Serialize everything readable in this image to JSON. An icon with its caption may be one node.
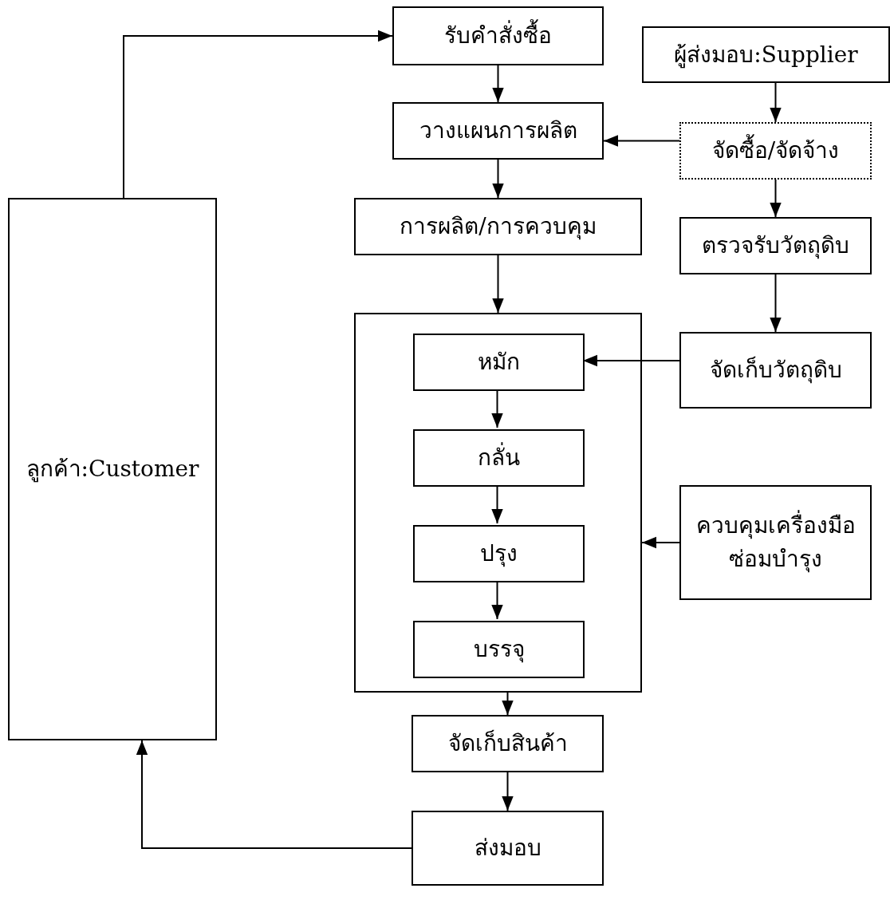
{
  "diagram": {
    "nodes": [
      {
        "text": [
          "ลูกค้า:Customer"
        ]
      },
      {
        "text": [
          "รับคำสั่งซื้อ"
        ]
      },
      {
        "text": [
          "ผู้ส่งมอบ:Supplier"
        ]
      },
      {
        "text": [
          "วางแผนการผลิต"
        ]
      },
      {
        "text": [
          "จัดซื้อ/จัดจ้าง"
        ]
      },
      {
        "text": [
          "การผลิต/การควบคุม"
        ]
      },
      {
        "text": [
          "ตรวจรับวัตถุดิบ"
        ]
      },
      {
        "text": [],
        "shape": "box"
      },
      {
        "text": [
          "หมัก"
        ],
        "in": 7
      },
      {
        "text": [
          "กลั่น"
        ],
        "in": 7
      },
      {
        "text": [
          "จัดเก็บวัตถุดิบ"
        ]
      },
      {
        "text": [
          "ควบคุมเครื่องมือซ่อมบำรุง"
        ]
      },
      {
        "text": [
          "ปรุง"
        ],
        "in": 7
      },
      {
        "text": [
          "บรรจุ"
        ],
        "in": 7
      },
      {
        "text": [
          "จัดเก็บสินค้า"
        ]
      },
      {
        "text": [
          "ส่งมอบ"
        ]
      }
    ],
    "edges": [
      {
        "from": 0,
        "to": 1,
        "arrow": "to"
      },
      {
        "from": 1,
        "to": 3,
        "arrow": "to"
      },
      {
        "from": 2,
        "to": 4,
        "arrow": "to"
      },
      {
        "from": 4,
        "to": 3,
        "arrow": "to"
      },
      {
        "from": 3,
        "to": 5,
        "arrow": "to"
      },
      {
        "from": 4,
        "to": 6,
        "arrow": "to"
      },
      {
        "from": 5,
        "to": 7,
        "arrow": "to"
      },
      {
        "from": 6,
        "to": 10,
        "arrow": "to"
      },
      {
        "from": 10,
        "to": 8,
        "arrow": "to"
      },
      {
        "from": 8,
        "to": 9,
        "arrow": "to"
      },
      {
        "from": 9,
        "to": 12,
        "arrow": "to"
      },
      {
        "from": 12,
        "to": 13,
        "arrow": "to"
      },
      {
        "from": 11,
        "to": 7,
        "arrow": "to"
      },
      {
        "from": 7,
        "to": 14,
        "arrow": "to"
      },
      {
        "from": 14,
        "to": 15,
        "arrow": "to"
      },
      {
        "from": 15,
        "to": 0,
        "arrow": "to"
      }
    ]
  }
}
